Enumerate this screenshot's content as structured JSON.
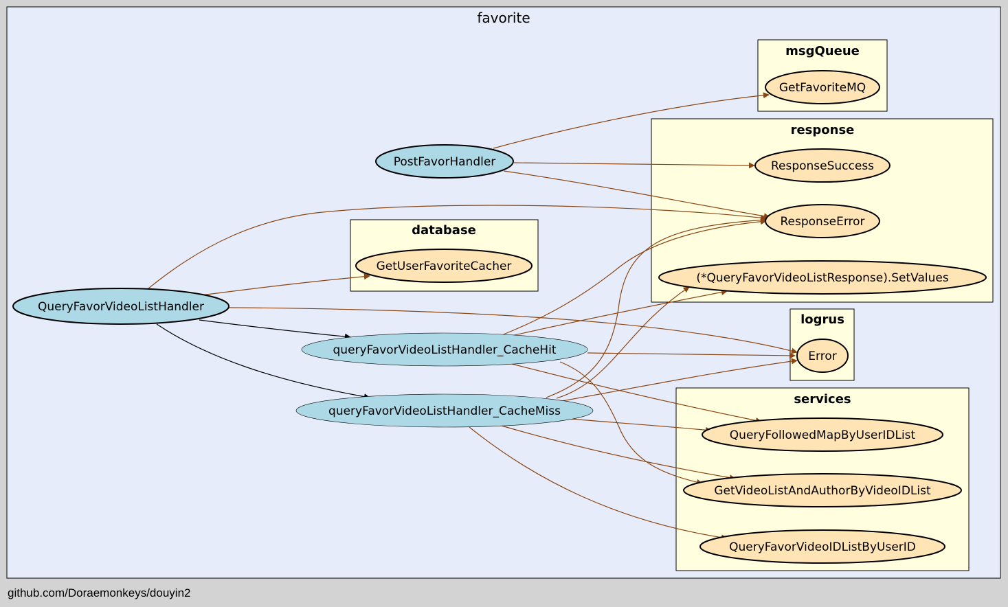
{
  "diagram": {
    "outer_cluster": {
      "title": "favorite",
      "fill": "#e6ecfa"
    },
    "clusters": [
      {
        "id": "msgQueue",
        "title": "msgQueue"
      },
      {
        "id": "response",
        "title": "response"
      },
      {
        "id": "database",
        "title": "database"
      },
      {
        "id": "logrus",
        "title": "logrus"
      },
      {
        "id": "services",
        "title": "services"
      }
    ],
    "nodes": {
      "PostFavorHandler": "PostFavorHandler",
      "QueryFavorVideoListHandler": "QueryFavorVideoListHandler",
      "queryFavorVideoListHandler_CacheHit": "queryFavorVideoListHandler_CacheHit",
      "queryFavorVideoListHandler_CacheMiss": "queryFavorVideoListHandler_CacheMiss",
      "GetFavoriteMQ": "GetFavoriteMQ",
      "ResponseSuccess": "ResponseSuccess",
      "ResponseError": "ResponseError",
      "SetValues": "(*QueryFavorVideoListResponse).SetValues",
      "GetUserFavoriteCacher": "GetUserFavoriteCacher",
      "Error": "Error",
      "QueryFollowedMapByUserIDList": "QueryFollowedMapByUserIDList",
      "GetVideoListAndAuthorByVideoIDList": "GetVideoListAndAuthorByVideoIDList",
      "QueryFavorVideoIDListByUserID": "QueryFavorVideoIDListByUserID"
    },
    "edges": [
      {
        "from": "PostFavorHandler",
        "to": "GetFavoriteMQ",
        "kind": "external"
      },
      {
        "from": "PostFavorHandler",
        "to": "ResponseSuccess",
        "kind": "external"
      },
      {
        "from": "PostFavorHandler",
        "to": "ResponseError",
        "kind": "external"
      },
      {
        "from": "QueryFavorVideoListHandler",
        "to": "ResponseError",
        "kind": "external"
      },
      {
        "from": "QueryFavorVideoListHandler",
        "to": "GetUserFavoriteCacher",
        "kind": "external"
      },
      {
        "from": "QueryFavorVideoListHandler",
        "to": "Error",
        "kind": "external"
      },
      {
        "from": "QueryFavorVideoListHandler",
        "to": "queryFavorVideoListHandler_CacheHit",
        "kind": "internal"
      },
      {
        "from": "QueryFavorVideoListHandler",
        "to": "queryFavorVideoListHandler_CacheMiss",
        "kind": "internal"
      },
      {
        "from": "queryFavorVideoListHandler_CacheHit",
        "to": "ResponseError",
        "kind": "external"
      },
      {
        "from": "queryFavorVideoListHandler_CacheHit",
        "to": "SetValues",
        "kind": "external"
      },
      {
        "from": "queryFavorVideoListHandler_CacheHit",
        "to": "Error",
        "kind": "external"
      },
      {
        "from": "queryFavorVideoListHandler_CacheHit",
        "to": "QueryFollowedMapByUserIDList",
        "kind": "external"
      },
      {
        "from": "queryFavorVideoListHandler_CacheHit",
        "to": "GetVideoListAndAuthorByVideoIDList",
        "kind": "external"
      },
      {
        "from": "queryFavorVideoListHandler_CacheMiss",
        "to": "ResponseError",
        "kind": "external"
      },
      {
        "from": "queryFavorVideoListHandler_CacheMiss",
        "to": "SetValues",
        "kind": "external"
      },
      {
        "from": "queryFavorVideoListHandler_CacheMiss",
        "to": "Error",
        "kind": "external"
      },
      {
        "from": "queryFavorVideoListHandler_CacheMiss",
        "to": "QueryFollowedMapByUserIDList",
        "kind": "external"
      },
      {
        "from": "queryFavorVideoListHandler_CacheMiss",
        "to": "GetVideoListAndAuthorByVideoIDList",
        "kind": "external"
      },
      {
        "from": "queryFavorVideoListHandler_CacheMiss",
        "to": "QueryFavorVideoIDListByUserID",
        "kind": "external"
      }
    ],
    "colors": {
      "external_edge": "#8b4513",
      "internal_edge": "#000000",
      "local_node_fill": "#add8e6",
      "external_node_fill": "#ffe4b5",
      "cluster_fill": "#ffffe0",
      "canvas_bg": "#d3d3d3"
    }
  },
  "footer": {
    "text": "github.com/Doraemonkeys/douyin2"
  }
}
